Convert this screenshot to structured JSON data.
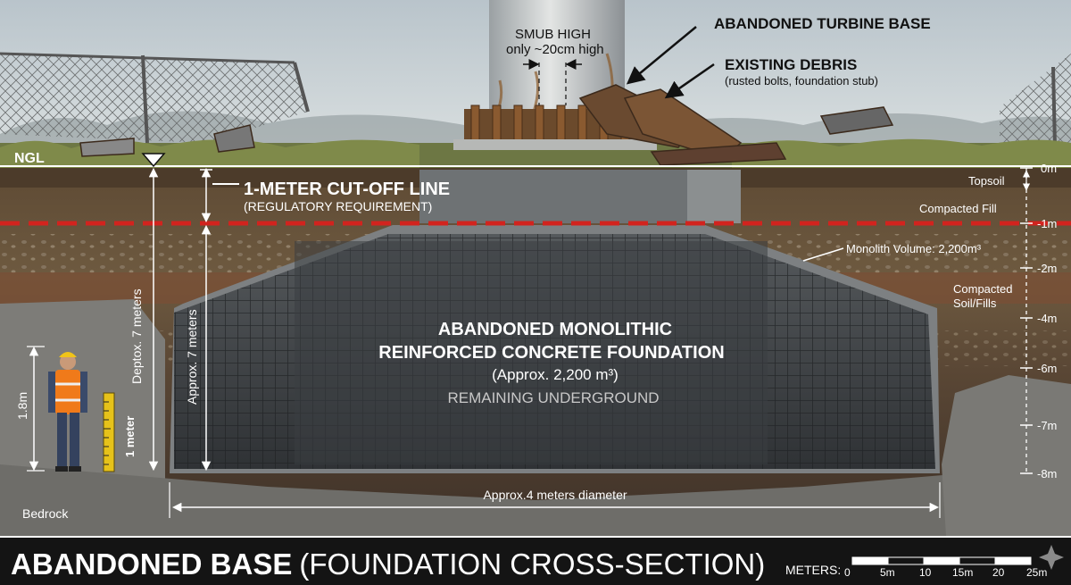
{
  "labels": {
    "turbine_base": "ABANDONED TURBINE BASE",
    "stub_line1": "SMUB HIGH",
    "stub_line2": "only ~20cm high",
    "debris_title": "EXISTING DEBRIS",
    "debris_sub": "(rusted bolts, foundation stub)",
    "ngl": "NGL",
    "cutoff_title": "1-METER CUT-OFF LINE",
    "cutoff_sub": "(REGULATORY REQUIREMENT)",
    "depth_left": "Deptox. 7 meters",
    "depth_inner": "Approx. 7 meters",
    "person_height": "1.8m",
    "ruler": "1 meter",
    "bedrock": "Bedrock",
    "foundation_line1": "ABANDONED MONOLITHIC",
    "foundation_line2": "REINFORCED CONCRETE FOUNDATION",
    "foundation_line3": "(Approx. 2,200 m³)",
    "foundation_line4": "REMAINING UNDERGROUND",
    "diameter": "Approx.4 meters diameter",
    "monolith_volume": "Monolith Volume: 2,200m³",
    "topsoil": "Topsoil",
    "compacted_fill": "Compacted Fill",
    "soil_fills_1": "Compacted",
    "soil_fills_2": "Soil/Fills"
  },
  "depth_ticks": [
    "0m",
    "-1m",
    "-2m",
    "-4m",
    "-6m",
    "-7m",
    "-8m"
  ],
  "footer": {
    "title_bold": "ABANDONED BASE",
    "title_rest": "(FOUNDATION CROSS-SECTION)",
    "scale_label": "METERS:",
    "scale_ticks": [
      "0",
      "5m",
      "10",
      "15m",
      "20",
      "25m"
    ]
  },
  "colors": {
    "cutoff_line": "#d2231e",
    "concrete": "#3d4043",
    "footer_bg": "#141414",
    "vest": "#f07a1a"
  }
}
